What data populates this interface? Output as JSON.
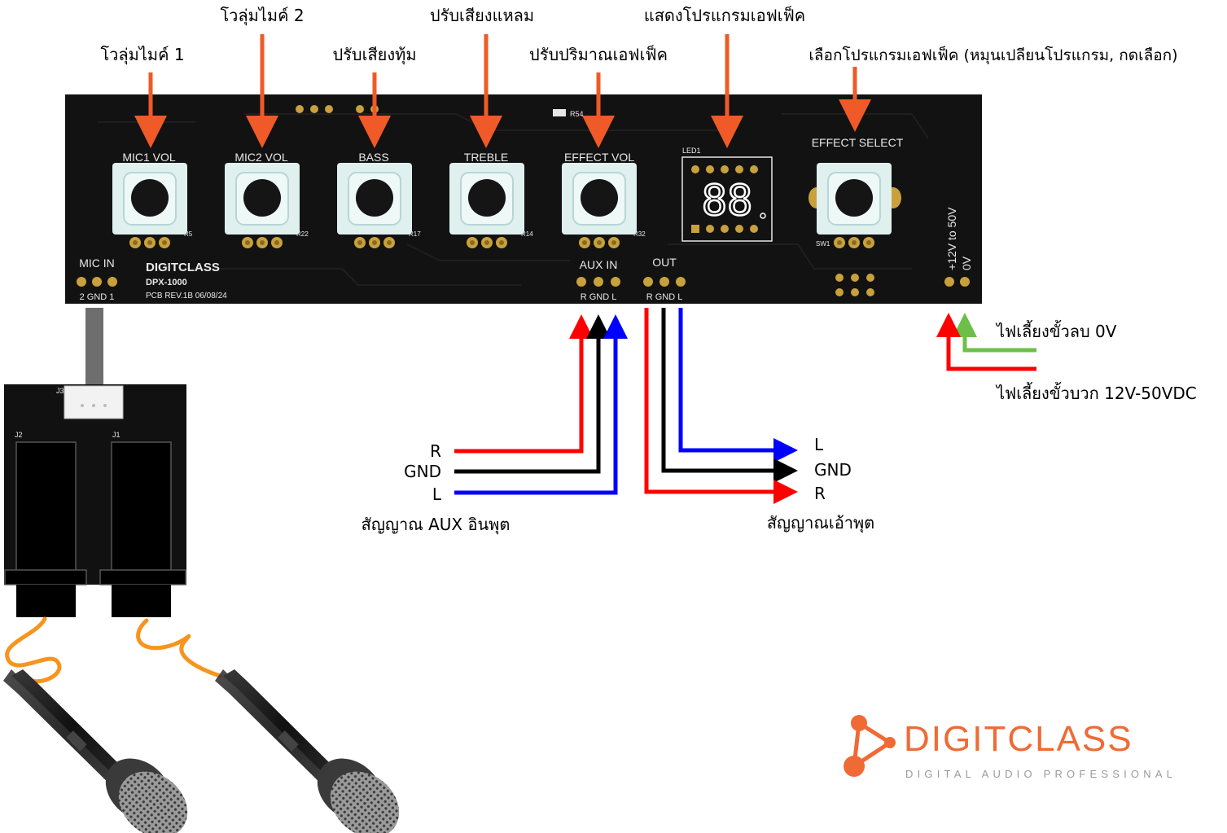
{
  "colors": {
    "arrow": "#f05a28",
    "wire_r": "#ff0000",
    "wire_gnd": "#000000",
    "wire_l": "#0000ff",
    "wire_0v": "#6cc04a",
    "pcb": "#121212",
    "knob_base": "#dff0ef",
    "brand": "#f06a35"
  },
  "callouts": {
    "mic1": "โวลุ่มไมค์ 1",
    "mic2": "โวลุ่มไมค์ 2",
    "bass": "ปรับเสียงทุ้ม",
    "treble": "ปรับเสียงแหลม",
    "effect_vol": "ปรับปริมาณเอฟเฟ็ค",
    "display": "แสดงโปรแกรมเอฟเฟ็ค",
    "effect_select": "เลือกโปรแกรมเอฟเฟ็ค (หมุนเปลียนโปรแกรม, กดเลือก)"
  },
  "board": {
    "knobs": [
      {
        "label": "MIC1 VOL",
        "ref": "R5"
      },
      {
        "label": "MIC2 VOL",
        "ref": "R22"
      },
      {
        "label": "BASS",
        "ref": "R17"
      },
      {
        "label": "TREBLE",
        "ref": "R14"
      },
      {
        "label": "EFFECT VOL",
        "ref": "R32"
      }
    ],
    "effect_select_label": "EFFECT SELECT",
    "switch_ref": "SW1",
    "led_ref": "LED1",
    "resistor_ref": "R54",
    "display_digits": "88",
    "brand": "DIGITCLASS",
    "model": "DPX-1000",
    "revision": "PCB REV.1B 06/08/24",
    "mic_in": {
      "title": "MIC IN",
      "pins": "2 GND 1"
    },
    "aux_in": {
      "title": "AUX IN",
      "pins": "R GND L"
    },
    "out": {
      "title": "OUT",
      "pins": "R GND L"
    },
    "power_label": "+12V to 50V",
    "zero_v_label": "0V"
  },
  "mic_board": {
    "j3": "J3",
    "j2": "J2",
    "j1": "J1"
  },
  "aux_input": {
    "labels": [
      "R",
      "GND",
      "L"
    ],
    "caption": "สัญญาณ AUX อินพุต"
  },
  "output": {
    "labels": [
      "L",
      "GND",
      "R"
    ],
    "caption": "สัญญาณเอ้าพุต"
  },
  "power": {
    "negative": "ไฟเลี้ยงขั้วลบ 0V",
    "positive": "ไฟเลี้ยงขั้วบวก 12V-50VDC"
  },
  "logo": {
    "name": "DIGITCLASS",
    "tagline": "DIGITAL AUDIO PROFESSIONAL"
  }
}
